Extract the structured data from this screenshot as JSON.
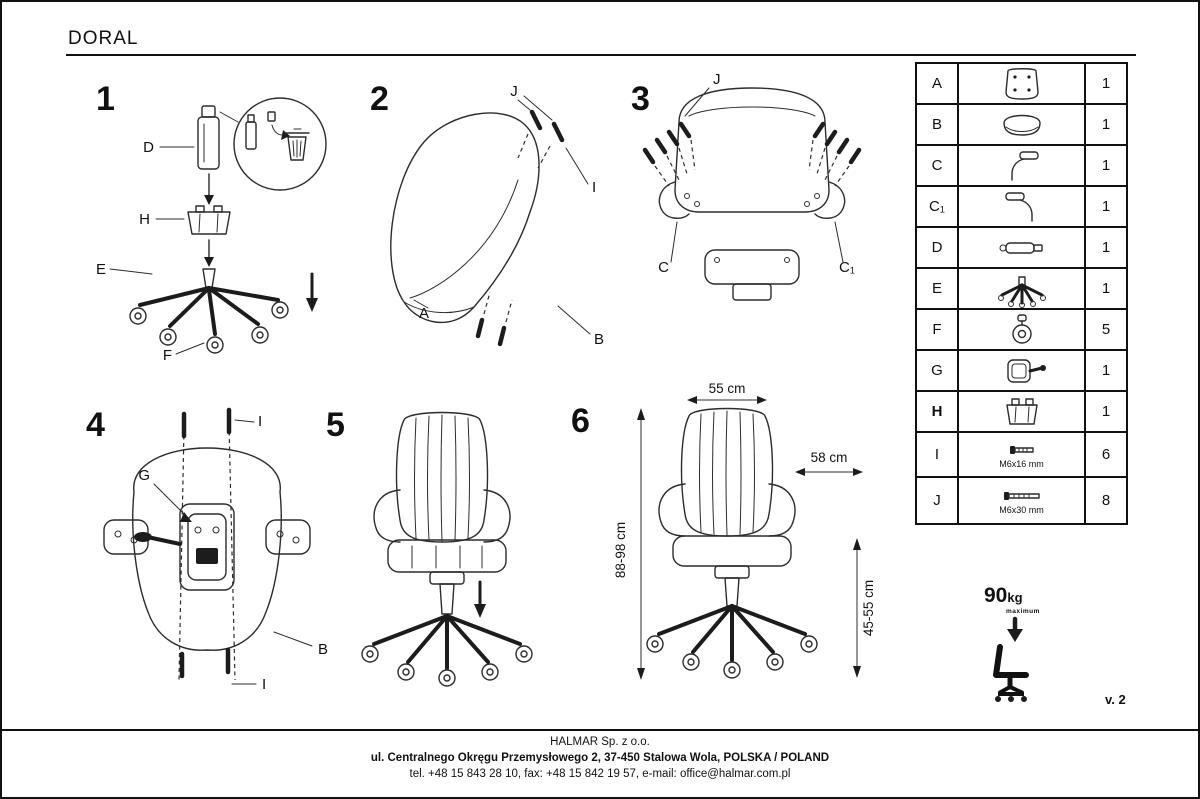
{
  "page": {
    "title": "DORAL",
    "version": "v. 2"
  },
  "steps": {
    "s1": {
      "number": "1",
      "labels": {
        "d": "D",
        "h": "H",
        "e": "E",
        "f": "F"
      }
    },
    "s2": {
      "number": "2",
      "labels": {
        "j": "J",
        "i": "I",
        "a": "A",
        "b": "B"
      }
    },
    "s3": {
      "number": "3",
      "labels": {
        "j": "J",
        "c": "C",
        "c1": "C₁"
      }
    },
    "s4": {
      "number": "4",
      "labels": {
        "i_top": "I",
        "g": "G",
        "b": "B",
        "i_bottom": "I"
      }
    },
    "s5": {
      "number": "5"
    },
    "s6": {
      "number": "6",
      "dims": {
        "width": "55 cm",
        "depth": "58 cm",
        "height": "88-98 cm",
        "seat_height": "45-55 cm"
      }
    }
  },
  "parts": {
    "rows": [
      {
        "id": "A",
        "qty": "1",
        "icon": "backrest-part-icon",
        "note": ""
      },
      {
        "id": "B",
        "qty": "1",
        "icon": "seat-part-icon",
        "note": ""
      },
      {
        "id": "C",
        "qty": "1",
        "icon": "armrest-left-icon",
        "note": ""
      },
      {
        "id": "C₁",
        "qty": "1",
        "icon": "armrest-right-icon",
        "note": ""
      },
      {
        "id": "D",
        "qty": "1",
        "icon": "gas-lift-icon",
        "note": ""
      },
      {
        "id": "E",
        "qty": "1",
        "icon": "base-star-icon",
        "note": ""
      },
      {
        "id": "F",
        "qty": "5",
        "icon": "caster-icon",
        "note": ""
      },
      {
        "id": "G",
        "qty": "1",
        "icon": "mechanism-icon",
        "note": ""
      },
      {
        "id": "H",
        "qty": "1",
        "icon": "clip-icon",
        "note": ""
      },
      {
        "id": "I",
        "qty": "6",
        "icon": "bolt-short-icon",
        "note": "M6x16 mm"
      },
      {
        "id": "J",
        "qty": "8",
        "icon": "bolt-long-icon",
        "note": "M6x30 mm"
      }
    ]
  },
  "weight_limit": {
    "value": "90",
    "unit": "kg",
    "qualifier": "maximum"
  },
  "footer": {
    "company": "HALMAR Sp. z o.o.",
    "address": "ul. Centralnego Okręgu Przemysłowego 2, 37-450 Stalowa Wola, POLSKA / POLAND",
    "contact": "tel. +48 15 843 28 10, fax: +48 15 842 19 57, e-mail: office@halmar.com.pl"
  }
}
